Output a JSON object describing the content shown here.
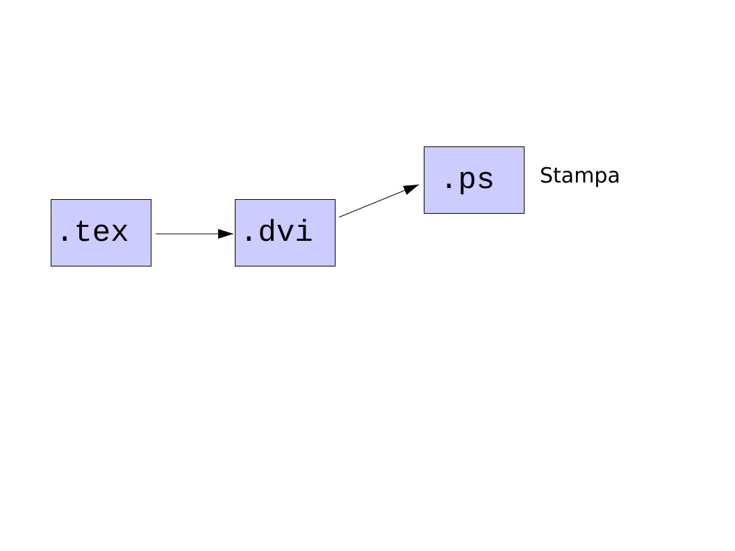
{
  "diagram": {
    "nodes": [
      {
        "id": "tex",
        "label": ".tex"
      },
      {
        "id": "dvi",
        "label": ".dvi"
      },
      {
        "id": "ps",
        "label": ".ps"
      }
    ],
    "edges": [
      {
        "from": "tex",
        "to": "dvi"
      },
      {
        "from": "dvi",
        "to": "ps"
      }
    ],
    "annotation": "Stampa",
    "colors": {
      "node_fill": "#ccccff",
      "stroke": "#000000",
      "background": "#ffffff"
    }
  }
}
